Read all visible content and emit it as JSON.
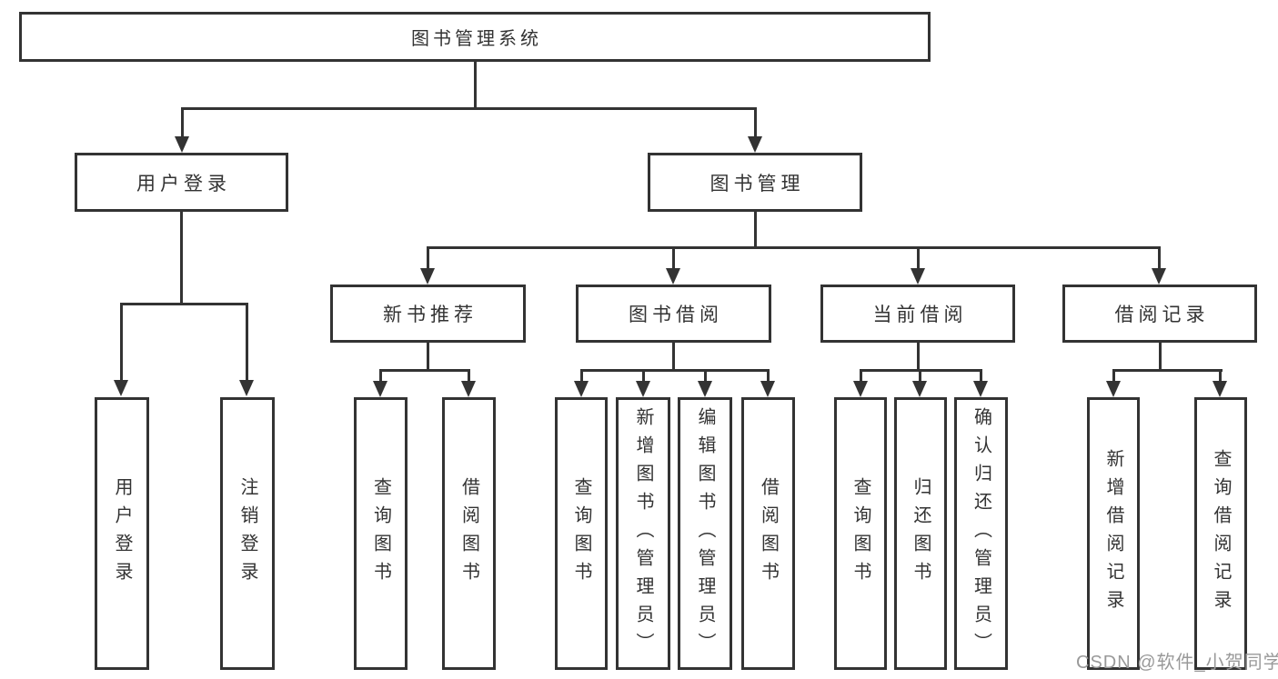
{
  "tree": {
    "root": {
      "label": "图书管理系统"
    },
    "children": [
      {
        "label": "用户登录",
        "children": [
          {
            "label": "用户登录"
          },
          {
            "label": "注销登录"
          }
        ]
      },
      {
        "label": "图书管理",
        "children": [
          {
            "label": "新书推荐",
            "children": [
              {
                "label": "查询图书"
              },
              {
                "label": "借阅图书"
              }
            ]
          },
          {
            "label": "图书借阅",
            "children": [
              {
                "label": "查询图书"
              },
              {
                "label": "新增图书（管理员）"
              },
              {
                "label": "编辑图书（管理员）"
              },
              {
                "label": "借阅图书"
              }
            ]
          },
          {
            "label": "当前借阅",
            "children": [
              {
                "label": "查询图书"
              },
              {
                "label": "归还图书"
              },
              {
                "label": "确认归还（管理员）"
              }
            ]
          },
          {
            "label": "借阅记录",
            "children": [
              {
                "label": "新增借阅记录"
              },
              {
                "label": "查询借阅记录"
              }
            ]
          }
        ]
      }
    ]
  },
  "watermark": {
    "text": "CSDN @软件_小贺同学"
  },
  "colors": {
    "line": "#333333",
    "text": "#333333",
    "box_background": "#ffffff",
    "page_background": "#ffffff",
    "watermark": "#999999"
  }
}
